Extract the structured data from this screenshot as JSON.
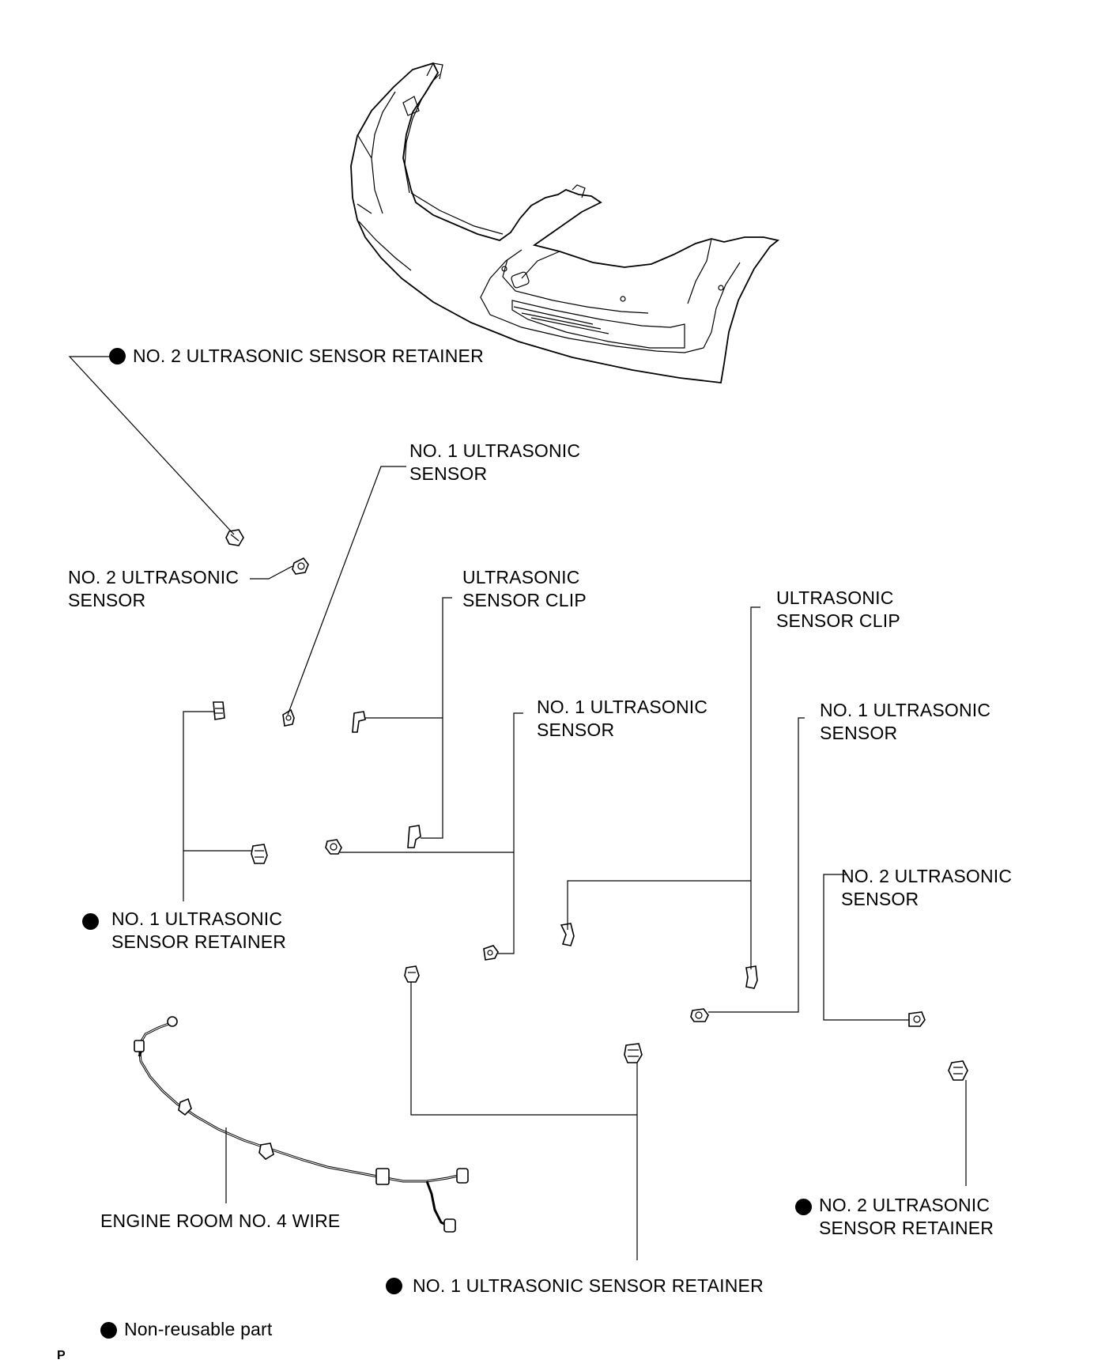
{
  "labels": {
    "no2_retainer_top": "NO. 2 ULTRASONIC SENSOR RETAINER",
    "no1_sensor_a": [
      "NO. 1 ULTRASONIC",
      "SENSOR"
    ],
    "no2_sensor_left": [
      "NO. 2 ULTRASONIC",
      "SENSOR"
    ],
    "clip_a": [
      "ULTRASONIC",
      "SENSOR CLIP"
    ],
    "clip_b": [
      "ULTRASONIC",
      "SENSOR CLIP"
    ],
    "no1_sensor_b": [
      "NO. 1 ULTRASONIC",
      "SENSOR"
    ],
    "no1_sensor_c": [
      "NO. 1 ULTRASONIC",
      "SENSOR"
    ],
    "no2_sensor_right": [
      "NO. 2 ULTRASONIC",
      "SENSOR"
    ],
    "no1_retainer_left": [
      "NO. 1 ULTRASONIC",
      "SENSOR RETAINER"
    ],
    "engine_wire": "ENGINE ROOM NO. 4 WIRE",
    "no2_retainer_right": [
      "NO. 2 ULTRASONIC",
      "SENSOR RETAINER"
    ],
    "no1_retainer_bottom": "NO. 1 ULTRASONIC SENSOR RETAINER"
  },
  "legend": {
    "text": "Non-reusable part"
  },
  "page_code": "P"
}
